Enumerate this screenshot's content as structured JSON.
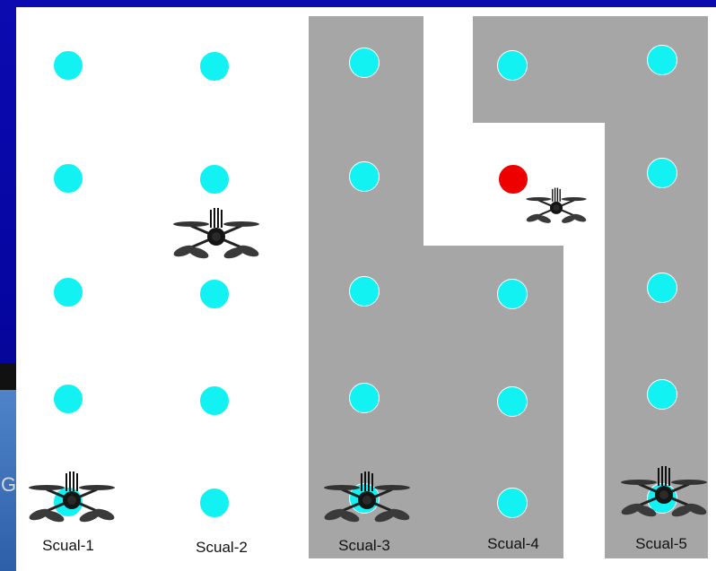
{
  "scene": {
    "colors": {
      "background_blue": "#0a0aa8",
      "canvas": "#ffffff",
      "blocked_region": "#a6a6a6",
      "waypoint": "#12f2f2",
      "target": "#ee0000"
    },
    "corner_glyph": "G",
    "columns": [
      {
        "label": "Scual-1"
      },
      {
        "label": "Scual-2"
      },
      {
        "label": "Scual-3"
      },
      {
        "label": "Scual-4"
      },
      {
        "label": "Scual-5"
      }
    ],
    "drone_icon": "quadcopter-drone-icon"
  }
}
